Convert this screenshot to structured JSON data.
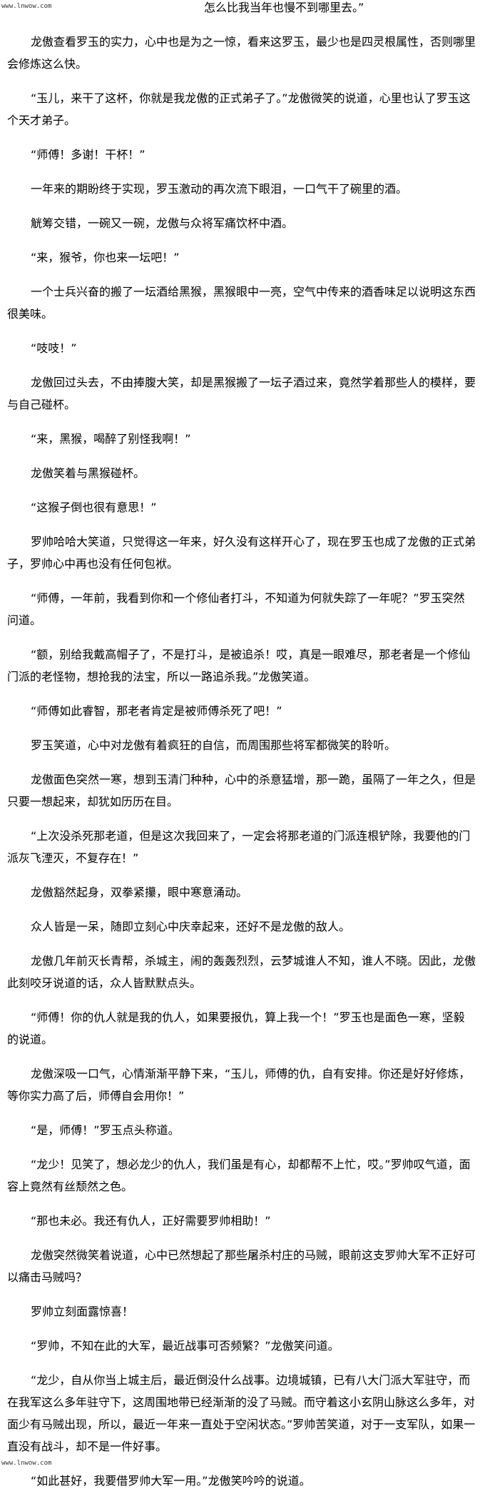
{
  "watermark": "www.lnwow.com",
  "paragraphs": [
    "怎么比我当年也慢不到哪里去。”",
    "龙傲查看罗玉的实力，心中也是为之一惊，看来这罗玉，最少也是四灵根属性，否则哪里会修炼这么快。",
    "“玉儿，来干了这杯，你就是我龙傲的正式弟子了。”龙傲微笑的说道，心里也认了罗玉这个天才弟子。",
    "“师傅！多谢！干杯！”",
    "一年来的期盼终于实现，罗玉激动的再次流下眼泪，一口气干了碗里的酒。",
    "觥筹交错，一碗又一碗，龙傲与众将军痛饮杯中酒。",
    "“来，猴爷，你也来一坛吧！”",
    "一个士兵兴奋的搬了一坛酒给黑猴，黑猴眼中一亮，空气中传来的酒香味足以说明这东西很美味。",
    "“吱吱！”",
    "龙傲回过头去，不由捧腹大笑，却是黑猴搬了一坛子酒过来，竟然学着那些人的模样，要与自己碰杯。",
    "“来，黑猴，喝醉了别怪我啊！”",
    "龙傲笑着与黑猴碰杯。",
    "“这猴子倒也很有意思！”",
    "罗帅哈哈大笑道，只觉得这一年来，好久没有这样开心了，现在罗玉也成了龙傲的正式弟子，罗帅心中再也没有任何包袱。",
    "“师傅，一年前，我看到你和一个修仙者打斗，不知道为何就失踪了一年呢？”罗玉突然问道。",
    "“额，别给我戴高帽子了，不是打斗，是被追杀！哎，真是一眼难尽，那老者是一个修仙门派的老怪物，想抢我的法宝，所以一路追杀我。”龙傲笑道。",
    "“师傅如此睿智，那老者肯定是被师傅杀死了吧！”",
    "罗玉笑道，心中对龙傲有着疯狂的自信，而周围那些将军都微笑的聆听。",
    "龙傲面色突然一寒，想到玉清门种种，心中的杀意猛增，那一跪，虽隔了一年之久，但是只要一想起来，却犹如历历在目。",
    "“上次没杀死那老道，但是这次我回来了，一定会将那老道的门派连根铲除，我要他的门派灰飞湮灭，不复存在！”",
    "龙傲豁然起身，双拳紧攥，眼中寒意涌动。",
    "众人皆是一呆，随即立刻心中庆幸起来，还好不是龙傲的敌人。",
    "龙傲几年前灭长青帮，杀城主，闹的轰轰烈烈，云梦城谁人不知，谁人不晓。因此，龙傲此刻咬牙说道的话，众人皆默默点头。",
    "“师傅！你的仇人就是我的仇人，如果要报仇，算上我一个！”罗玉也是面色一寒，坚毅的说道。",
    "龙傲深吸一口气，心情渐渐平静下来，“玉儿，师傅的仇，自有安排。你还是好好修炼，等你实力高了后，师傅自会用你！”",
    "“是，师傅！”罗玉点头称道。",
    "“龙少！见笑了，想必龙少的仇人，我们虽是有心，却都帮不上忙，哎。”罗帅叹气道，面容上竟然有丝颓然之色。",
    "“那也未必。我还有仇人，正好需要罗帅相助！”",
    "龙傲突然微笑着说道，心中已然想起了那些屠杀村庄的马贼，眼前这支罗帅大军不正好可以痛击马贼吗？",
    "罗帅立刻面露惊喜！",
    "“罗帅，不知在此的大军，最近战事可否频繁？”龙傲笑问道。",
    "“龙少，自从你当上城主后，最近倒没什么战事。边境城镇，已有八大门派大军驻守，而在我军这么多年驻守下，这周围地带已经渐渐的没了马贼。而守着这小玄阴山脉这么多年，对面少有马贼出现，所以，最近一年来一直处于空闲状态。”罗帅苦笑道，对于一支军队，如果一直没有战斗，却不是一件好事。",
    "“如此甚好，我要借罗帅大军一用。”龙傲笑吟吟的说道。"
  ]
}
